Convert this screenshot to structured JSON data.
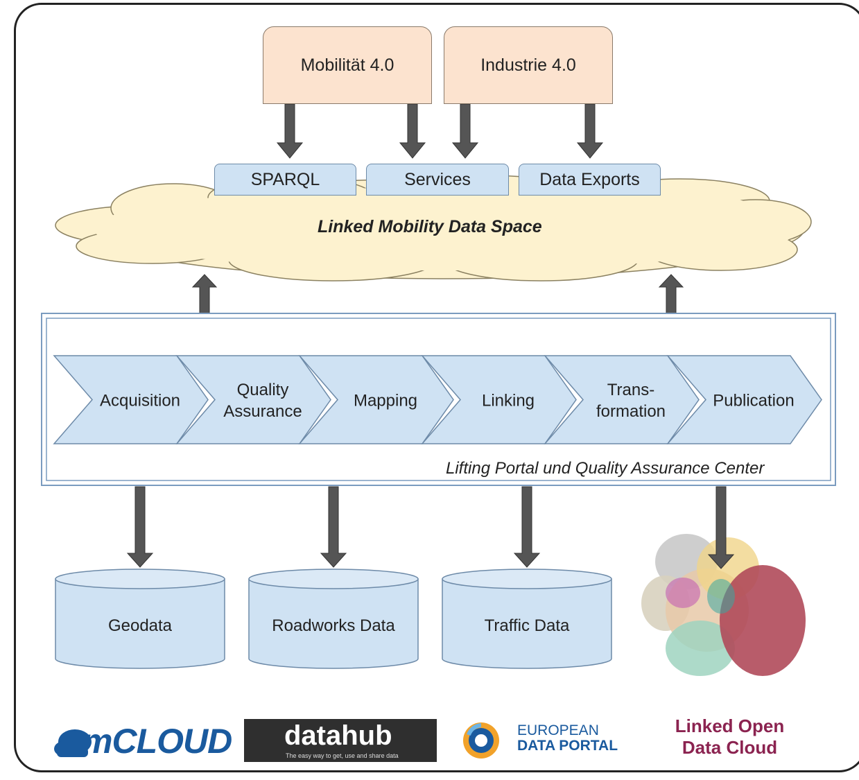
{
  "top_boxes": [
    "Mobilität 4.0",
    "Industrie 4.0"
  ],
  "api_boxes": [
    "SPARQL",
    "Services",
    "Data Exports"
  ],
  "cloud_label": "Linked Mobility Data Space",
  "stages": [
    {
      "lines": [
        "Acquisition"
      ]
    },
    {
      "lines": [
        "Quality",
        "Assurance"
      ]
    },
    {
      "lines": [
        "Mapping"
      ]
    },
    {
      "lines": [
        "Linking"
      ]
    },
    {
      "lines": [
        "Trans-",
        "formation"
      ]
    },
    {
      "lines": [
        "Publication"
      ]
    }
  ],
  "portal_label": "Lifting Portal und Quality Assurance Center",
  "databases": [
    "Geodata",
    "Roadworks Data",
    "Traffic Data"
  ],
  "logos": {
    "mcloud": "mCLOUD",
    "datahub_name": "datahub",
    "datahub_tagline": "The easy way to get, use and share data",
    "edp_line1": "EUROPEAN",
    "edp_line2": "DATA PORTAL",
    "lod_line1": "Linked Open",
    "lod_line2": "Data Cloud"
  },
  "colors": {
    "top_box_fill": "#fce3cf",
    "api_box_fill": "#cfe2f3",
    "cloud_fill": "#fdf2cf",
    "stage_fill": "#cfe2f3",
    "arrow": "#555555",
    "lod_text": "#8b2350",
    "logo_blue": "#1a5a9e"
  }
}
